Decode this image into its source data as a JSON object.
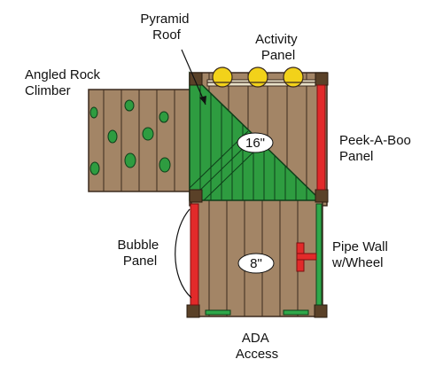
{
  "labels": {
    "pyramid_roof": [
      "Pyramid",
      "Roof"
    ],
    "activity_panel": [
      "Activity",
      "Panel"
    ],
    "angled_rock_climber": [
      "Angled Rock",
      "Climber"
    ],
    "peek_a_boo_panel": [
      "Peek-A-Boo",
      "Panel"
    ],
    "bubble_panel": [
      "Bubble",
      "Panel"
    ],
    "pipe_wall": [
      "Pipe Wall",
      "w/Wheel"
    ],
    "ada_access": [
      "ADA",
      "Access"
    ]
  },
  "heights": {
    "upper_deck": "16\"",
    "lower_deck": "8\""
  },
  "colors": {
    "wood": "#A38566",
    "wood_line": "#3B2A1E",
    "post": "#5A4128",
    "roof": "#2E9C40",
    "roof_line": "#0F3F1A",
    "red": "#E22A2A",
    "green": "#2FA84A",
    "yellow": "#F2D21A",
    "rock": "#2E9C40"
  }
}
